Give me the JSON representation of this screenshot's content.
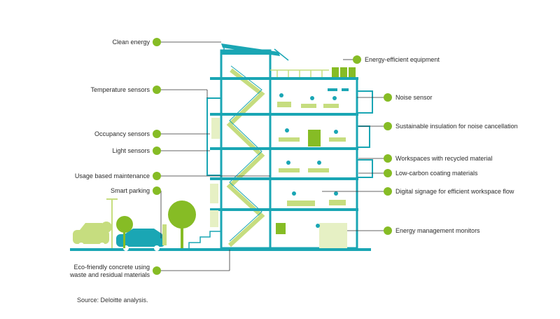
{
  "colors": {
    "teal": "#1aa6b4",
    "green": "#86bc25",
    "light_green": "#c6dd7f",
    "pale": "#e6f0c4",
    "text": "#2b2b2b"
  },
  "labels_left": [
    {
      "name": "clean-energy",
      "text": "Clean energy"
    },
    {
      "name": "temperature-sensors",
      "text": "Temperature sensors"
    },
    {
      "name": "occupancy-sensors",
      "text": "Occupancy sensors"
    },
    {
      "name": "light-sensors",
      "text": "Light sensors"
    },
    {
      "name": "usage-based-maintenance",
      "text": "Usage based maintenance"
    },
    {
      "name": "smart-parking",
      "text": "Smart parking"
    },
    {
      "name": "eco-friendly-concrete",
      "text": "Eco-friendly concrete using\nwaste and residual materials"
    }
  ],
  "labels_right": [
    {
      "name": "energy-efficient-equipment",
      "text": "Energy-efficient equipment"
    },
    {
      "name": "noise-sensor",
      "text": "Noise sensor"
    },
    {
      "name": "sustainable-insulation",
      "text": "Sustainable insulation for noise cancellation"
    },
    {
      "name": "workspaces-recycled",
      "text": "Workspaces with recycled material"
    },
    {
      "name": "low-carbon-coating",
      "text": "Low-carbon coating materials"
    },
    {
      "name": "digital-signage",
      "text": "Digital signage for efficient workspace flow"
    },
    {
      "name": "energy-management-monitors",
      "text": "Energy management monitors"
    }
  ],
  "source": "Source: Deloitte analysis."
}
